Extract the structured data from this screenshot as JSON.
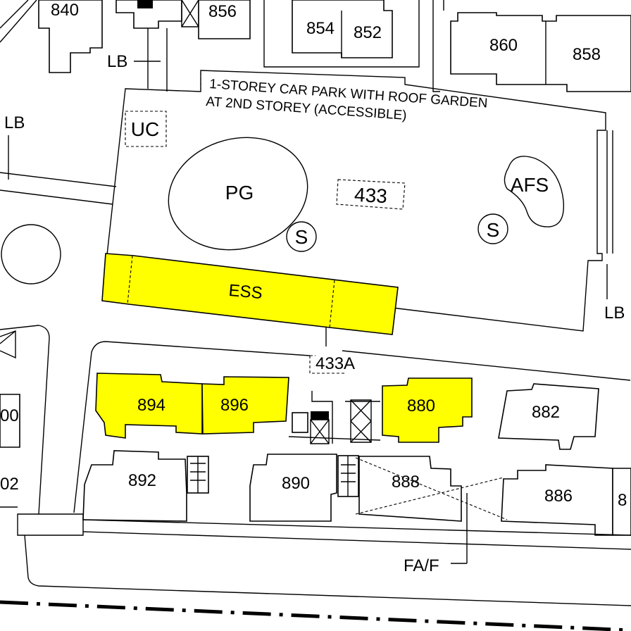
{
  "map": {
    "blocks": {
      "b840": "840",
      "b856": "856",
      "b854": "854",
      "b852": "852",
      "b860": "860",
      "b858": "858",
      "b894": "894",
      "b896": "896",
      "b880": "880",
      "b882": "882",
      "b892": "892",
      "b890": "890",
      "b888": "888",
      "b886": "886",
      "b900": "00",
      "b902": "02"
    },
    "carpark_line1": "1-STOREY CAR PARK WITH ROOF GARDEN",
    "carpark_line2": "AT 2ND STOREY (ACCESSIBLE)",
    "uc": "UC",
    "pg": "PG",
    "ess": "ESS",
    "afs": "AFS",
    "s": "S",
    "b433": "433",
    "b433a": "433A",
    "lb": "LB",
    "faf": "FA/F"
  },
  "colors": {
    "highlight": "#ffff00",
    "line": "#000000"
  }
}
